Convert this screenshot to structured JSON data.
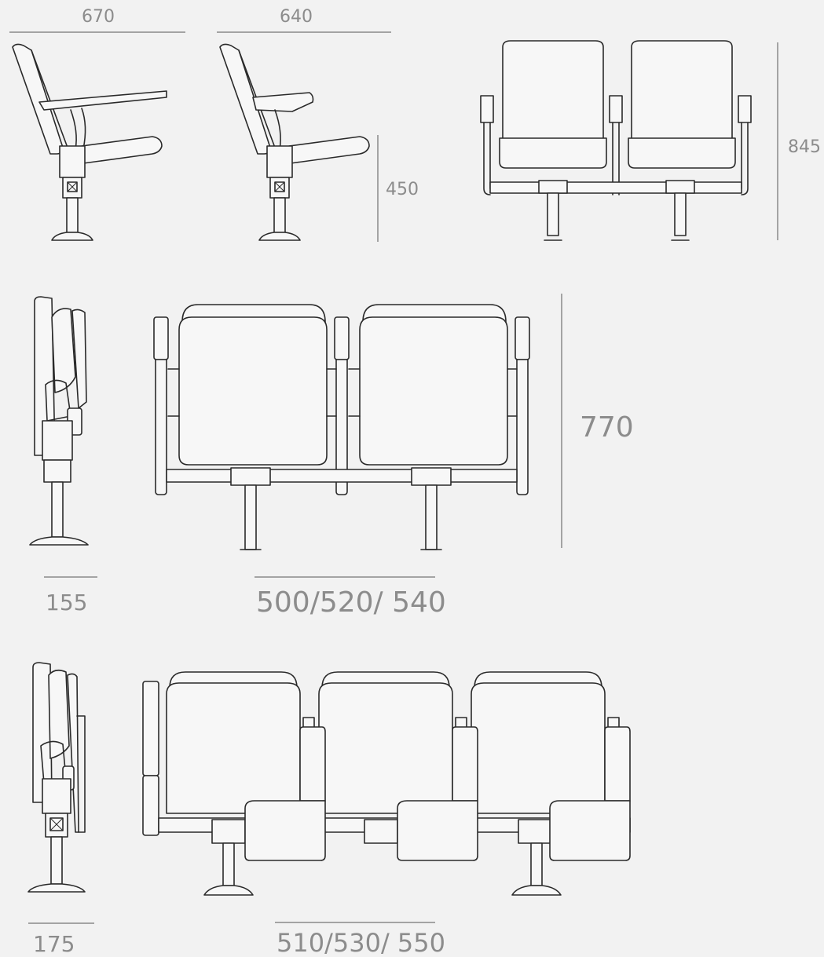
{
  "dimensions": {
    "side_tablet_depth": "670",
    "side_arm_depth": "640",
    "seat_height": "450",
    "front_height": "845",
    "folded_depth_2": "155",
    "pitch_2": "500/520/ 540",
    "folded_height": "770",
    "folded_depth_3": "175",
    "pitch_3": "510/530/ 550"
  },
  "colors": {
    "line": "#2a2a2a",
    "dimension_line": "#a4a4a4",
    "dimension_text": "#8c8c8c",
    "background": "#f2f2f2"
  }
}
